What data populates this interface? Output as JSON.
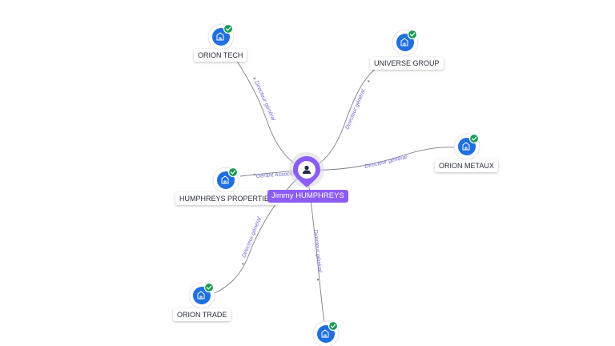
{
  "center": {
    "name": "Jimmy HUMPHREYS",
    "icon": "person-icon",
    "color": "#8b5cf6"
  },
  "companies": [
    {
      "id": "orion-tech",
      "name": "ORION TECH",
      "icon": "building-icon",
      "verified": true
    },
    {
      "id": "universe-group",
      "name": "UNIVERSE GROUP",
      "icon": "building-icon",
      "verified": true
    },
    {
      "id": "orion-metaux",
      "name": "ORION METAUX",
      "icon": "building-icon",
      "verified": true
    },
    {
      "id": "humphreys-properties",
      "name": "HUMPHREYS PROPERTIES",
      "icon": "building-icon",
      "verified": true
    },
    {
      "id": "orion-trade",
      "name": "ORION TRADE",
      "icon": "building-icon",
      "verified": true
    },
    {
      "id": "bottom-company",
      "name": "",
      "icon": "building-icon",
      "verified": true
    }
  ],
  "relations": [
    {
      "to": "orion-tech",
      "label": "Directeur général"
    },
    {
      "to": "universe-group",
      "label": "Directeur général"
    },
    {
      "to": "orion-metaux",
      "label": "Directeur général"
    },
    {
      "to": "humphreys-properties",
      "label": "Gérant Associé"
    },
    {
      "to": "orion-trade",
      "label": "Directeur général"
    },
    {
      "to": "bottom-company",
      "label": "Directeur général"
    }
  ],
  "colors": {
    "company": "#1f6fe0",
    "verified": "#169a52",
    "edge_label": "#6f6ad8"
  }
}
